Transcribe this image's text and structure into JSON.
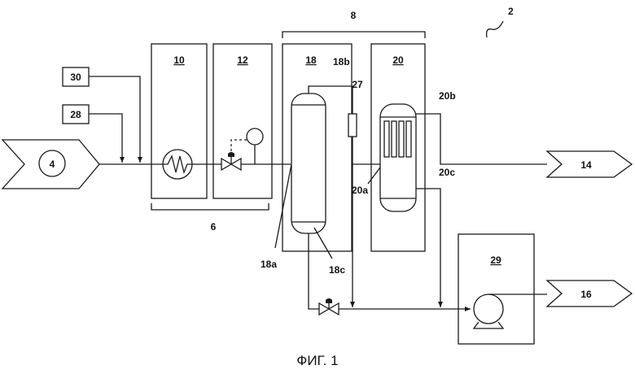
{
  "figure": {
    "caption": "ФИГ. 1",
    "labels": {
      "system": "2",
      "source": "4",
      "pretreatment_group": "6",
      "column_group": "8",
      "heat_exchanger": "10",
      "valve_unit": "12",
      "outlet_gas": "14",
      "outlet_liquid": "16",
      "column_18": "18",
      "port_18a": "18a",
      "port_18b": "18b",
      "port_18c": "18c",
      "column_20": "20",
      "port_20a": "20a",
      "port_20b": "20b",
      "port_20c": "20c",
      "sensor_27": "27",
      "box_28": "28",
      "pump_unit": "29",
      "box_30": "30"
    }
  }
}
